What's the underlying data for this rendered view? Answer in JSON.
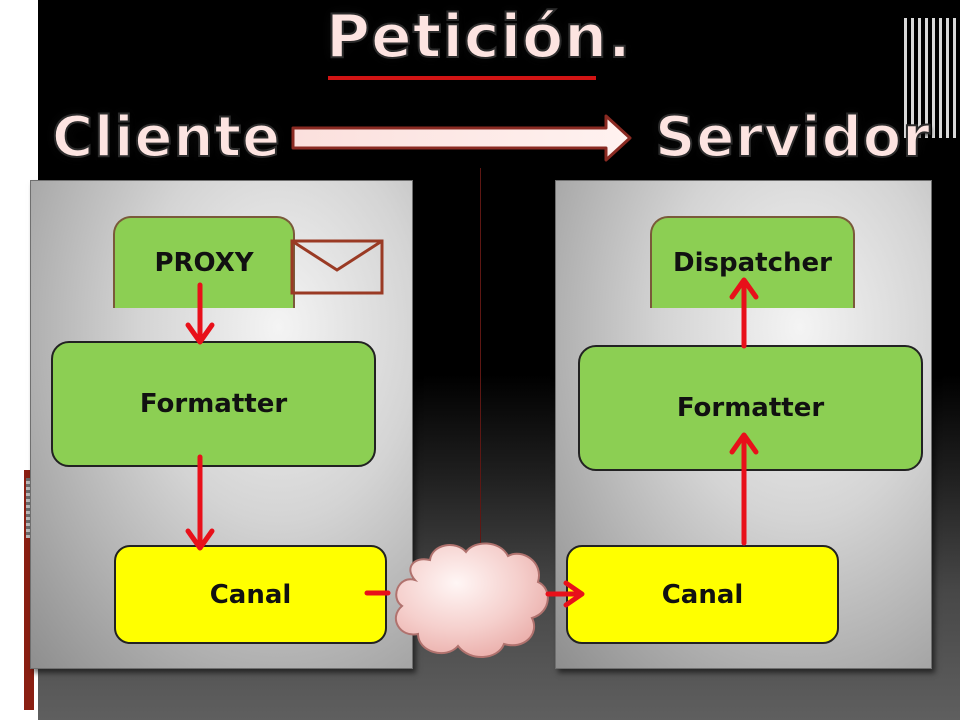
{
  "title": "Petición.",
  "client_label": "Cliente",
  "server_label": "Servidor",
  "client": {
    "proxy": "PROXY",
    "formatter": "Formatter",
    "canal": "Canal"
  },
  "server": {
    "dispatcher": "Dispatcher",
    "formatter": "Formatter",
    "canal": "Canal"
  },
  "colors": {
    "title_fill": "#fde4e1",
    "component_green": "#8ccf53",
    "channel_yellow": "#ffff00",
    "arrow_red": "#e8101a",
    "cloud_pink": "#f3c4c2",
    "envelope_border": "#9a3a24"
  },
  "icons": {
    "message": "envelope-icon",
    "network": "cloud-icon"
  }
}
